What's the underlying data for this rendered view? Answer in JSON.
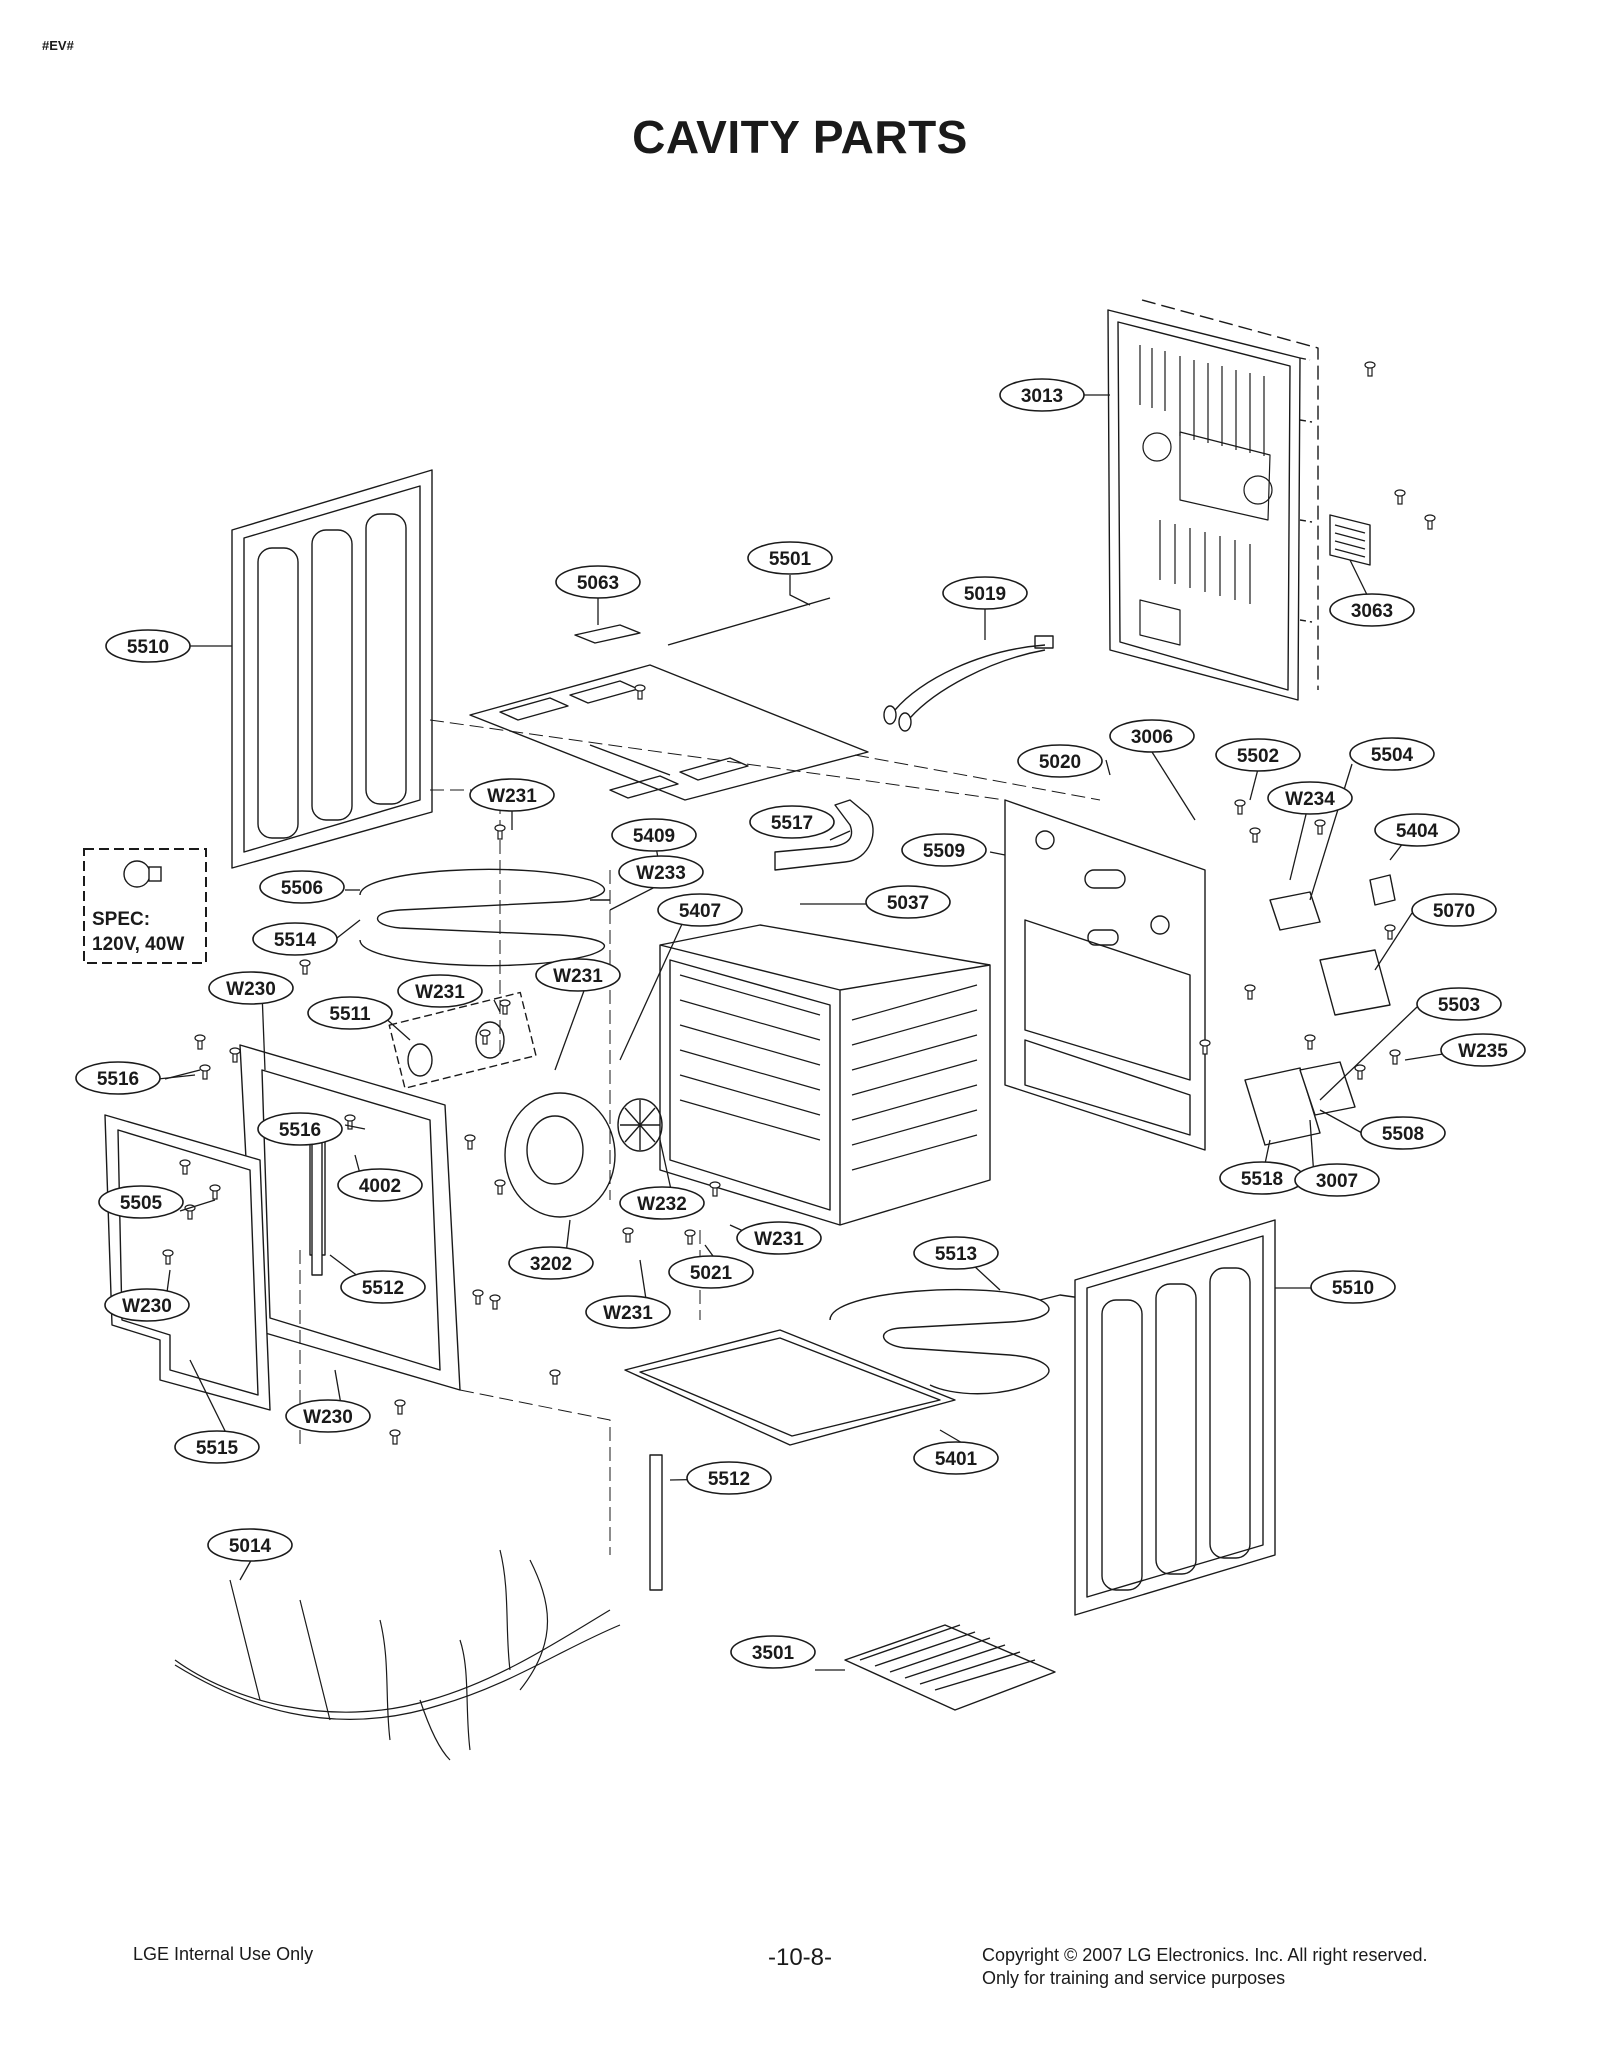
{
  "corner_tag": "#EV#",
  "title": "CAVITY PARTS",
  "spec": {
    "line1": "SPEC:",
    "line2": "120V, 40W"
  },
  "callouts": {
    "c3013": "3013",
    "c3063": "3063",
    "c5501": "5501",
    "c5063": "5063",
    "c5019": "5019",
    "c5510a": "5510",
    "c3006": "3006",
    "c5020": "5020",
    "c5502": "5502",
    "c5504": "5504",
    "cw231a": "W231",
    "cw234": "W234",
    "c5404": "5404",
    "c5409": "5409",
    "c5517": "5517",
    "c5509": "5509",
    "cw233": "W233",
    "c5037": "5037",
    "c5070": "5070",
    "c5506": "5506",
    "c5407": "5407",
    "c5514": "5514",
    "cw230a": "W230",
    "cw231b": "W231",
    "cw231c": "W231",
    "c5511": "5511",
    "c5503": "5503",
    "cw235": "W235",
    "c5516a": "5516",
    "c5516b": "5516",
    "c5508": "5508",
    "c5518": "5518",
    "c3007": "3007",
    "c4002": "4002",
    "c5505": "5505",
    "cw232": "W232",
    "cw231d": "W231",
    "c3202": "3202",
    "c5021": "5021",
    "c5513": "5513",
    "c5512a": "5512",
    "c5510b": "5510",
    "cw230b": "W230",
    "cw231e": "W231",
    "cw230c": "W230",
    "c5515": "5515",
    "c5401": "5401",
    "c5512b": "5512",
    "c5014": "5014",
    "c3501": "3501"
  },
  "footer": {
    "left": "LGE Internal Use Only",
    "center": "-10-8-",
    "right_line1": "Copyright © 2007 LG Electronics. Inc. All right reserved.",
    "right_line2": "Only for training and service purposes"
  }
}
